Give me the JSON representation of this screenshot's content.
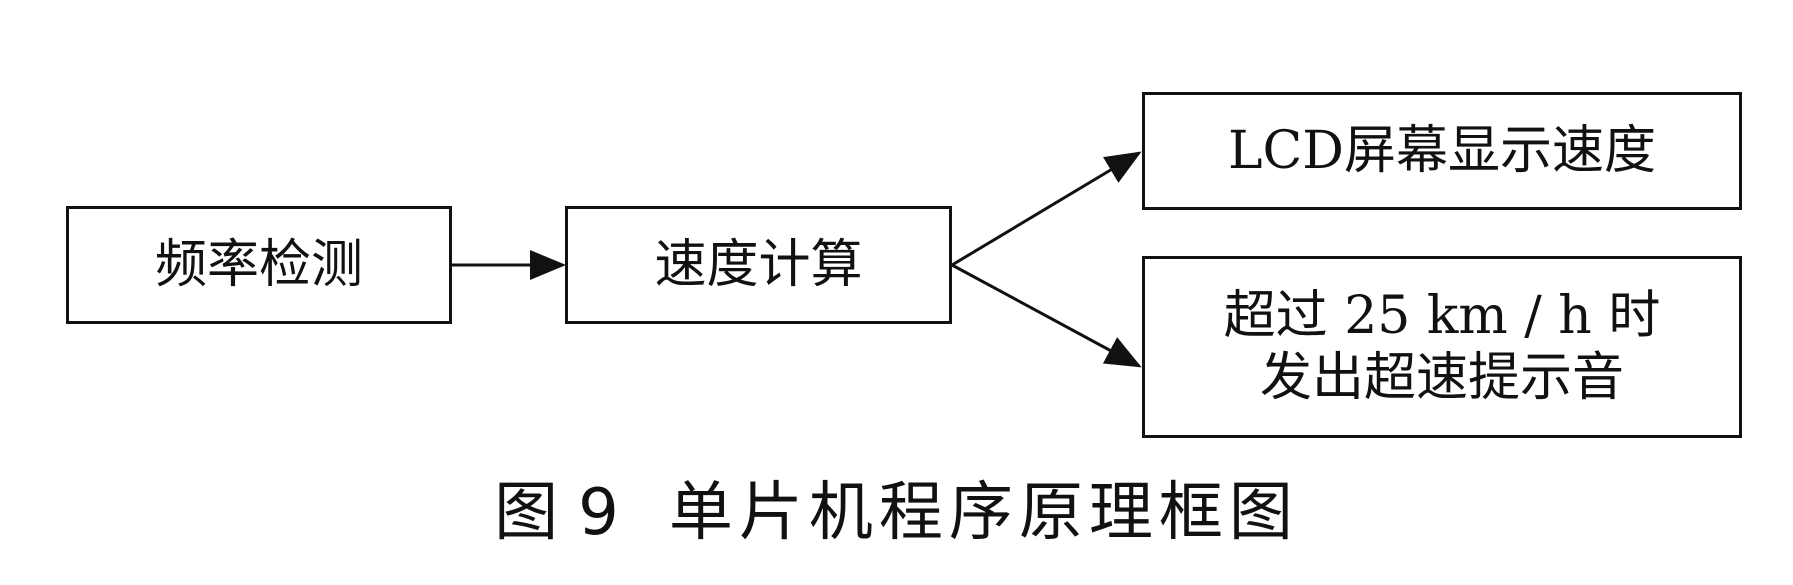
{
  "diagram": {
    "nodes": {
      "frequency_detection": "频率检测",
      "speed_calculation": "速度计算",
      "lcd_display": "LCD屏幕显示速度",
      "overspeed_alarm": [
        "超过 25 km / h 时",
        "发出超速提示音"
      ]
    },
    "edges": [
      {
        "from": "frequency_detection",
        "to": "speed_calculation"
      },
      {
        "from": "speed_calculation",
        "to": "lcd_display"
      },
      {
        "from": "speed_calculation",
        "to": "overspeed_alarm"
      }
    ]
  },
  "caption": {
    "label": "图",
    "number": "9",
    "title": "单片机程序原理框图"
  }
}
